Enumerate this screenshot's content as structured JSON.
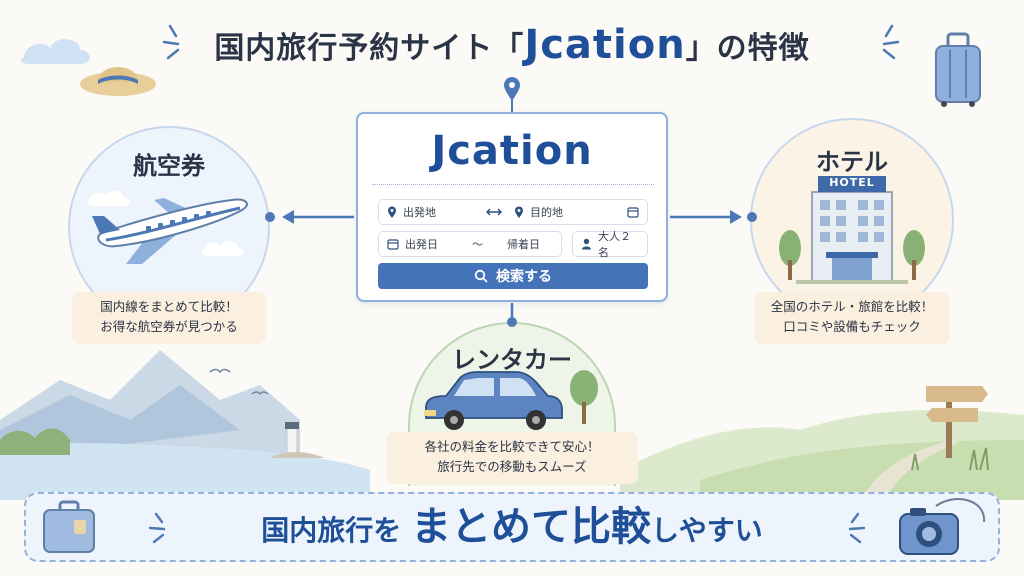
{
  "title": {
    "prefix": "国内旅行予約サイト「",
    "brand": "Jcation",
    "suffix": "」の特徴"
  },
  "search_card": {
    "logo": "Jcation",
    "from_label": "出発地",
    "to_label": "目的地",
    "depart_label": "出発日",
    "range_sep": "〜",
    "return_label": "帰着日",
    "pax_label": "大人２名",
    "search_button": "検索する"
  },
  "features": {
    "air": {
      "title": "航空券",
      "line1": "国内線をまとめて比較！",
      "line2": "お得な航空券が見つかる"
    },
    "hotel": {
      "title": "ホテル",
      "sign": "HOTEL",
      "line1": "全国のホテル・旅館を比較！",
      "line2": "口コミや設備もチェック"
    },
    "car": {
      "title": "レンタカー",
      "line1": "各社の料金を比較できて安心！",
      "line2": "旅行先での移動もスムーズ"
    }
  },
  "banner": {
    "part1": "国内旅行を ",
    "emphasis": "まとめて比較",
    "part2": "しやすい"
  },
  "colors": {
    "brand_blue": "#1f4f98",
    "button_blue": "#4573b9",
    "note_bg": "#fbf0df"
  }
}
